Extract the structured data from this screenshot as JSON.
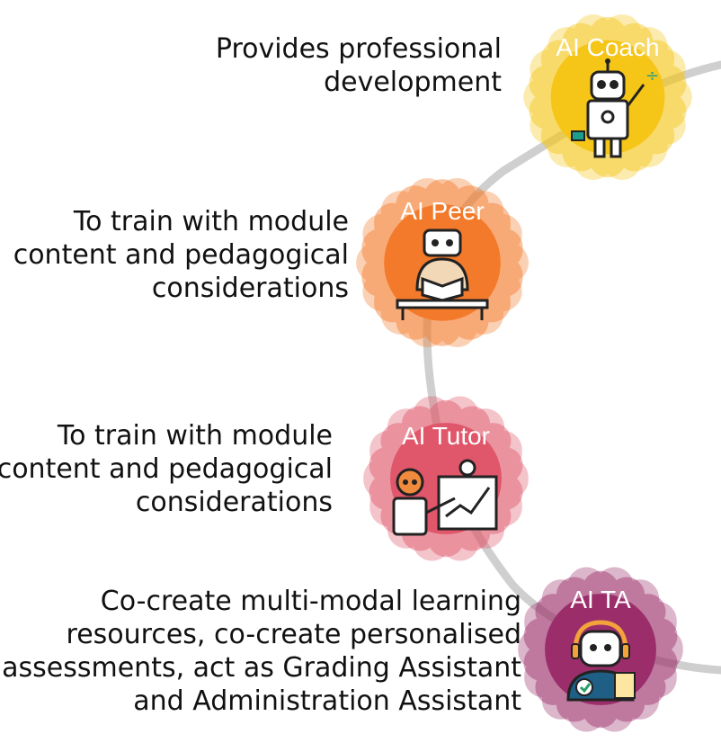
{
  "roles": [
    {
      "title": "AI Coach",
      "color": "#F5C518",
      "icon": "robot-coach-icon",
      "description": [
        "Provides professional",
        "development"
      ]
    },
    {
      "title": "AI Peer",
      "color": "#F37A2B",
      "icon": "robot-reading-icon",
      "description": [
        "To train with module",
        "content and pedagogical",
        "considerations"
      ]
    },
    {
      "title": "AI Tutor",
      "color": "#E0566A",
      "icon": "robot-teacher-icon",
      "description": [
        "To train with module",
        "content and pedagogical",
        "considerations"
      ]
    },
    {
      "title": "AI TA",
      "color": "#9B2E6A",
      "icon": "headset-assistant-icon",
      "description": [
        "Co-create multi-modal learning",
        "resources, co-create personalised",
        "assessments, act as Grading Assistant",
        "and Administration Assistant"
      ]
    }
  ]
}
